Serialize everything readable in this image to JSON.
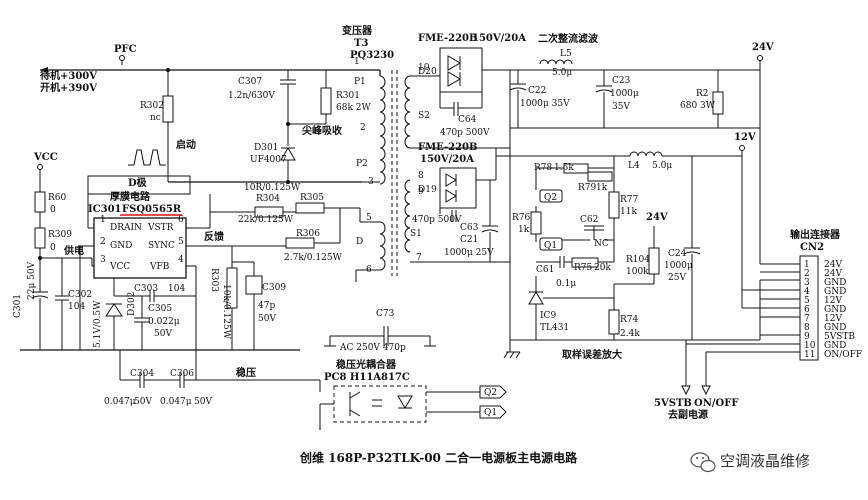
{
  "title": "创维 168P-P32TLK-00 二合一电源板主电源电路",
  "watermark": "空调液晶维修",
  "watermark_icon": "wechat-icon",
  "top_left": {
    "pfc": "PFC",
    "standby": "待机+300V",
    "on": "开机+390V",
    "vcc": "VCC"
  },
  "labels": {
    "transformer": "变压器",
    "t3": "T3",
    "pq": "PQ3230",
    "qidong": "启动",
    "jianfeng": "尖峰吸收",
    "d_pole": "D极",
    "hou_mo": "厚膜电路",
    "ic301": "IC301",
    "fsq": "FSQ0565R",
    "fankui": "反馈",
    "gongdian": "供电",
    "wenya": "稳压",
    "secondary_filter": "二次整流滤波",
    "sample_amp": "取样误差放大",
    "opto": "稳压光耦合器",
    "pc8": "PC8 H11A817C",
    "output_conn": "输出连接器",
    "cn2": "CN2",
    "fiveV": "5VSTB",
    "onoff": "ON/OFF",
    "quxiang": "去副电源",
    "v24": "24V",
    "v12": "12V",
    "v24b": "24V"
  },
  "pins": {
    "drain": "DRAIN",
    "vstr": "VSTR",
    "gnd": "GND",
    "sync": "SYNC",
    "vcc": "VCC",
    "vfb": "VFB",
    "p1": "1",
    "p2": "2",
    "p3": "3",
    "p4": "4",
    "p5": "5",
    "p6": "6",
    "t1": "1",
    "t2": "2",
    "t3": "3",
    "t5": "5",
    "t6": "6",
    "t7": "7",
    "t8": "8",
    "t9": "9",
    "t10": "10"
  },
  "components": {
    "r302": "R302",
    "r302v": "nc",
    "c307": "C307",
    "c307v": "1.2n/630V",
    "r301": "R301",
    "r301v": "68k 2W",
    "d301": "D301",
    "d301v": "UF4007",
    "r60": "R60",
    "r60v": "0",
    "r309": "R309",
    "r309v": "0",
    "c301": "C301",
    "c301v": "22μ 50V",
    "c302": "C302",
    "c302v": "104",
    "d302": "D302",
    "d302v": "5.1V/0.5W",
    "c303": "C303",
    "c303v": "104",
    "c305": "C305",
    "c305v": "0.022μ",
    "c305v2": "50V",
    "r303": "R303",
    "r303v": "10k/0.125W",
    "c309": "C309",
    "c309v": "47p",
    "c309v2": "50V",
    "r304": "R304",
    "r304v": "22k/0.125W",
    "r305": "R305",
    "r305v": "10R/0.125W",
    "r306": "R306",
    "r306v": "2.7k/0.125W",
    "c304": "C304",
    "c304v": "0.047μ",
    "c304v2": "50V",
    "c306": "C306",
    "c306v": "0.047μ",
    "c306v2": "50V",
    "fme1": "FME-220B",
    "fme1v": "150V/20A",
    "d20": "D20",
    "c64": "C64",
    "c64v": "470p 500V",
    "fme2": "FME-220B",
    "fme2v": "150V/20A",
    "d19": "D19",
    "c63": "C63",
    "c63v": "470p 500V",
    "c21": "C21",
    "c21v": "1000μ 25V",
    "l5": "L5",
    "l5v": "5.0μ",
    "c22": "C22",
    "c22v": "1000μ 35V",
    "c23": "C23",
    "c23v": "1000μ",
    "c23v2": "35V",
    "r2": "R2",
    "r2v": "680 3W",
    "l4": "L4",
    "l4v": "5.0μ",
    "r78": "R78",
    "r78v": "1.5k",
    "r79": "R79",
    "r79v": "1k",
    "r77": "R77",
    "r77v": "11k",
    "r76": "R76",
    "r76v": "1k",
    "q2": "Q2",
    "q1": "Q1",
    "c62": "C62",
    "c62v": "NC",
    "c61": "C61",
    "c61v": "0.1μ",
    "r75": "R75",
    "r75v": "20k",
    "r104": "R104",
    "r104v": "100k",
    "c24": "C24",
    "c24v": "1000μ",
    "c24v2": "25V",
    "ic9": "IC9",
    "ic9v": "TL431",
    "r74": "R74",
    "r74v": "2.4k",
    "c73": "C73",
    "c73v": "AC 250V 470p",
    "s1": "S1",
    "s2": "S2",
    "p1": "P1",
    "p2": "P2",
    "dw": "D",
    "q2ref": "Q2",
    "q1ref": "Q1"
  },
  "connector_pins": [
    {
      "num": "1",
      "label": "24V"
    },
    {
      "num": "2",
      "label": "24V"
    },
    {
      "num": "3",
      "label": "GND"
    },
    {
      "num": "4",
      "label": "GND"
    },
    {
      "num": "5",
      "label": "12V"
    },
    {
      "num": "6",
      "label": "GND"
    },
    {
      "num": "7",
      "label": "12V"
    },
    {
      "num": "8",
      "label": "GND"
    },
    {
      "num": "9",
      "label": "5VSTB"
    },
    {
      "num": "10",
      "label": "GND"
    },
    {
      "num": "11",
      "label": "ON/OFF"
    }
  ]
}
